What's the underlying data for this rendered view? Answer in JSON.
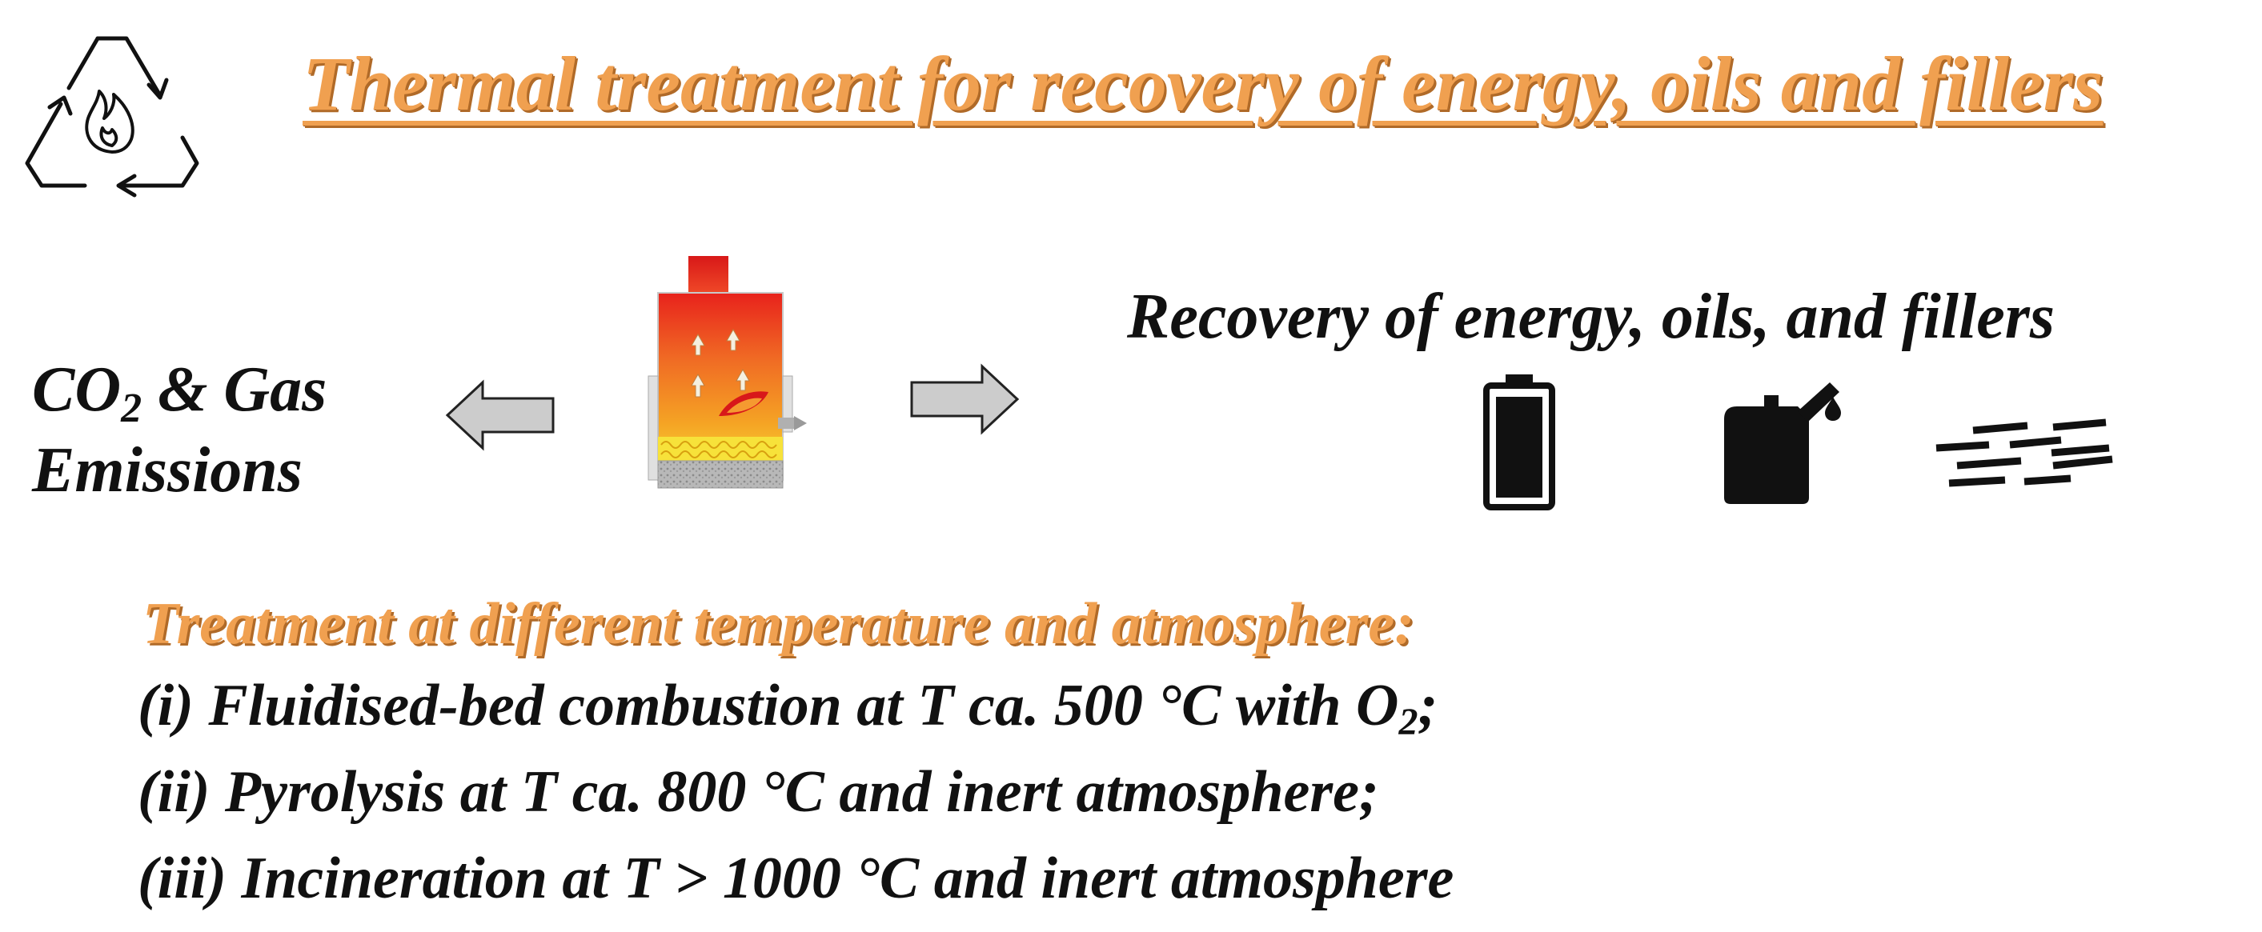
{
  "header": {
    "title": "Thermal treatment for recovery of energy, oils and fillers",
    "icon": "recycle-flame-icon"
  },
  "emissions": {
    "line1_co": "CO",
    "line1_sub": "2",
    "line1_rest": " & Gas",
    "line2": "Emissions"
  },
  "recovery": {
    "title": "Recovery of energy, oils, and fillers",
    "icons": [
      "battery-icon",
      "fuel-canister-icon",
      "filler-fibers-icon"
    ]
  },
  "treatment": {
    "heading": "Treatment at different temperature and atmosphere:",
    "item1_text": "(i) Fluidised-bed combustion at T ca. 500 °C with O",
    "item1_sub": "2",
    "item1_end": ";",
    "item2": "(ii) Pyrolysis at T ca. 800 °C and inert atmosphere;",
    "item3": "(iii) Incineration at T > 1000 °C and inert atmosphere"
  },
  "colors": {
    "accent_orange": "#f0a050",
    "accent_shadow": "#b06a28",
    "arrow_fill": "#cccccc",
    "text": "#111111"
  }
}
